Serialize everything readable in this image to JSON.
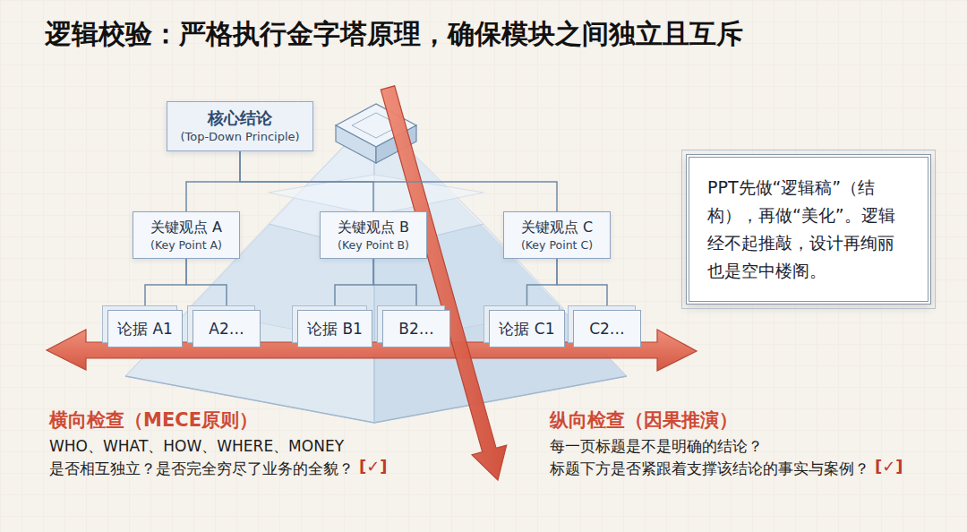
{
  "diagram": {
    "title": "逻辑校验：严格执行金字塔原理，确保模块之间独立且互斥",
    "nodes": [
      {
        "text": [
          "核心结论",
          "(Top-Down Principle)"
        ]
      },
      {
        "text": [
          "关键观点 A",
          "(Key Point A)"
        ]
      },
      {
        "text": [
          "关键观点 B",
          "(Key Point B)"
        ]
      },
      {
        "text": [
          "关键观点 C",
          "(Key Point C)"
        ]
      },
      {
        "text": [
          "论据 A1"
        ]
      },
      {
        "text": [
          "A2…"
        ]
      },
      {
        "text": [
          "论据 B1"
        ]
      },
      {
        "text": [
          "B2…"
        ]
      },
      {
        "text": [
          "论据 C1"
        ]
      },
      {
        "text": [
          "C2…"
        ]
      },
      {
        "text": [
          "PPT先做“逻辑稿”（结构），再做“美化”。逻辑经不起推敲，设计再绚丽也是空中楼阁。"
        ]
      }
    ],
    "edges": [
      {
        "from": 0,
        "to": 1,
        "arrow": "none"
      },
      {
        "from": 0,
        "to": 2,
        "arrow": "none"
      },
      {
        "from": 0,
        "to": 3,
        "arrow": "none"
      },
      {
        "from": 1,
        "to": 4,
        "arrow": "none"
      },
      {
        "from": 1,
        "to": 5,
        "arrow": "none"
      },
      {
        "from": 2,
        "to": 6,
        "arrow": "none"
      },
      {
        "from": 2,
        "to": 7,
        "arrow": "none"
      },
      {
        "from": 3,
        "to": 8,
        "arrow": "none"
      },
      {
        "from": 3,
        "to": 9,
        "arrow": "none"
      }
    ],
    "labels": [
      "横向检查（MECE原则）",
      "WHO、WHAT、HOW、WHERE、MONEY",
      "是否相互独立？是否完全穷尽了业务的全貌？",
      "[✓]",
      "纵向检查（因果推演）",
      "每一页标题是不是明确的结论？",
      "标题下方是否紧跟着支撑该结论的事实与案例？",
      "[✓]"
    ]
  }
}
